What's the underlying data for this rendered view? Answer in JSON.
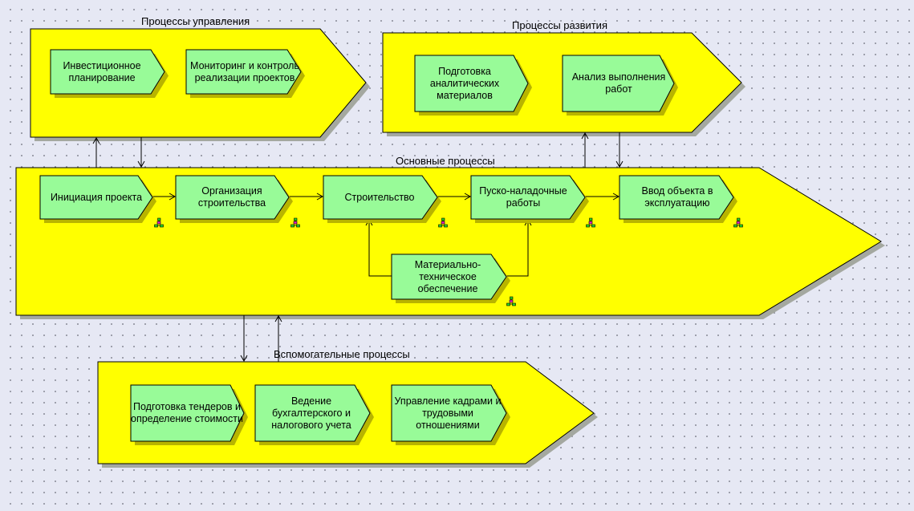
{
  "colors": {
    "background": "#e6e8f4",
    "group_fill": "#ffff00",
    "group_shadow": "#a4a8a0",
    "process_fill": "#98fb98",
    "process_shadow": "#b8b400",
    "stroke": "#000000"
  },
  "groups": {
    "management": {
      "title": "Процессы управления",
      "processes": [
        "Инвестиционное планирование",
        "Мониторинг и контроль реализации проектов"
      ]
    },
    "development": {
      "title": "Процессы развития",
      "processes": [
        "Подготовка аналитических материалов",
        "Анализ выполнения работ"
      ]
    },
    "core": {
      "title": "Основные процессы",
      "processes": [
        "Инициация проекта",
        "Организация строительства",
        "Строительство",
        "Пуско-наладочные работы",
        "Ввод объекта в эксплуатацию",
        "Материально-техническое обеспечение"
      ]
    },
    "support": {
      "title": "Вспомогательные процессы",
      "processes": [
        "Подготовка тендеров и определение стоимости",
        "Ведение бухгалтерского и налогового учета",
        "Управление кадрами и трудовыми отношениями"
      ]
    }
  },
  "icons": {
    "decomposition": "hierarchy-icon"
  }
}
